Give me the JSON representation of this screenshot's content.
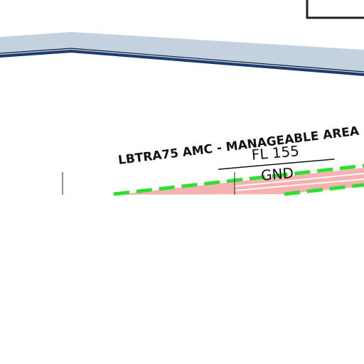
{
  "airspace": {
    "name": "LBTRA75 AMC - MANAGEABLE AREA",
    "upper_limit": "FL 155",
    "lower_limit": "GND"
  },
  "colors": {
    "boundary_fill": "#c4d2e0",
    "boundary_line": "#1c3c6e",
    "area_fill": "#f4a3a3",
    "area_dash": "#2de02d",
    "text": "#111111"
  }
}
